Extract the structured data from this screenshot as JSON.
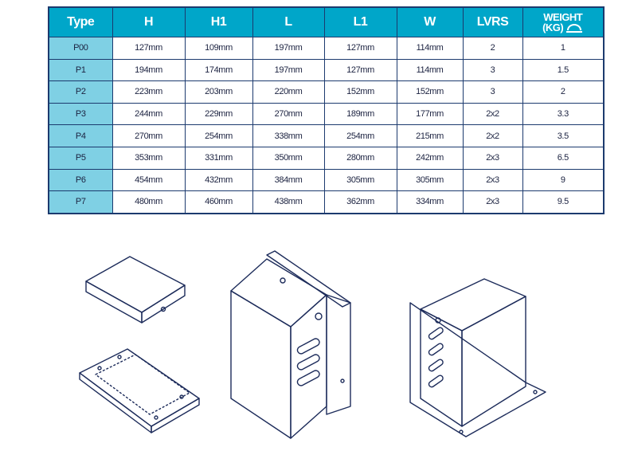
{
  "table": {
    "headers": [
      "Type",
      "H",
      "H1",
      "L",
      "L1",
      "W",
      "LVRS"
    ],
    "weight_header": {
      "line1": "WEIGHT",
      "line2": "(KG)"
    },
    "rows": [
      [
        "P00",
        "127mm",
        "109mm",
        "197mm",
        "127mm",
        "114mm",
        "2",
        "1"
      ],
      [
        "P1",
        "194mm",
        "174mm",
        "197mm",
        "127mm",
        "114mm",
        "3",
        "1.5"
      ],
      [
        "P2",
        "223mm",
        "203mm",
        "220mm",
        "152mm",
        "152mm",
        "3",
        "2"
      ],
      [
        "P3",
        "244mm",
        "229mm",
        "270mm",
        "189mm",
        "177mm",
        "2x2",
        "3.3"
      ],
      [
        "P4",
        "270mm",
        "254mm",
        "338mm",
        "254mm",
        "215mm",
        "2x2",
        "3.5"
      ],
      [
        "P5",
        "353mm",
        "331mm",
        "350mm",
        "280mm",
        "242mm",
        "2x3",
        "6.5"
      ],
      [
        "P6",
        "454mm",
        "432mm",
        "384mm",
        "305mm",
        "305mm",
        "2x3",
        "9"
      ],
      [
        "P7",
        "480mm",
        "460mm",
        "438mm",
        "362mm",
        "334mm",
        "2x3",
        "9.5"
      ]
    ]
  },
  "colors": {
    "header": "#00a6c9",
    "type_col": "#7fd0e4",
    "border": "#1c3a6e"
  }
}
